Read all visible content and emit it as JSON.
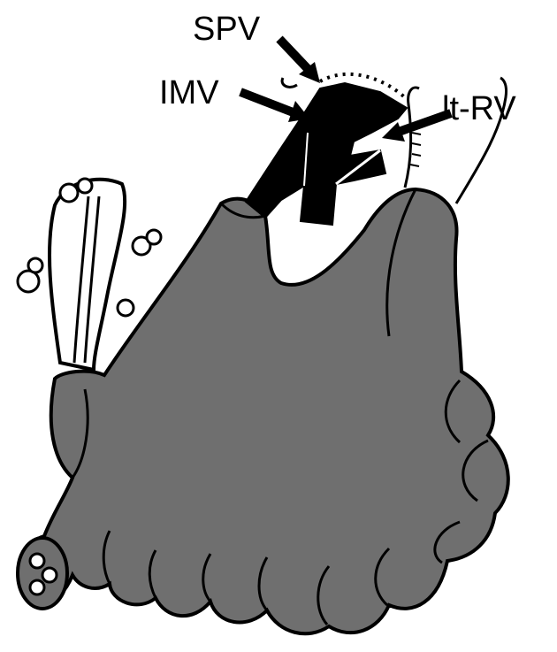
{
  "labels": {
    "spv": "SPV",
    "imv": "IMV",
    "lt_rv": "lt-RV"
  },
  "colors": {
    "bowel_fill": "#6f6f6f",
    "vessel_fill": "#000000",
    "outline": "#000000",
    "background": "#ffffff",
    "colon_fill": "#ffffff"
  }
}
